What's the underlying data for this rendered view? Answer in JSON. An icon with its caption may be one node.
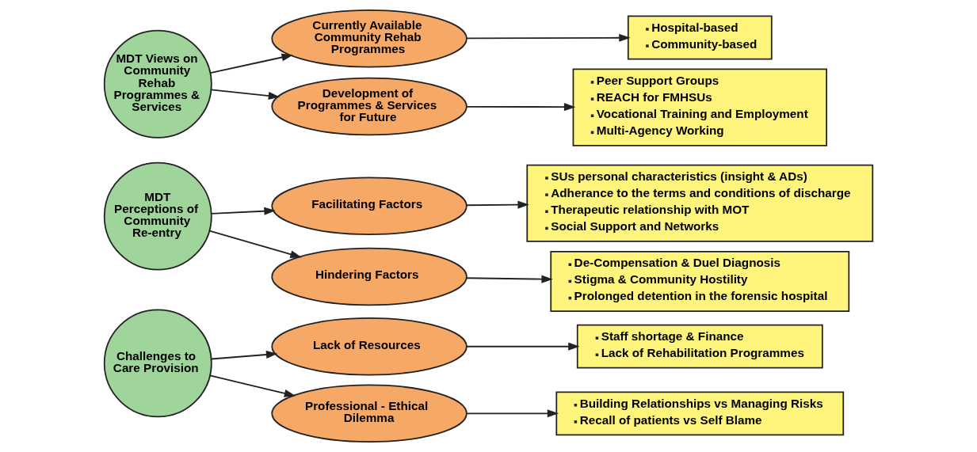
{
  "diagram": {
    "nodes": [
      {
        "text": [
          "Challenges to Care Provision"
        ]
      },
      {
        "text": [
          "Lack of Resources"
        ]
      },
      {
        "text": [
          "Staff shortage & Finance",
          "Lack of Rehabilitation Programmes"
        ]
      },
      {
        "text": [
          "Professional - Ethical Dilemma"
        ]
      },
      {
        "text": [
          "Building Relationships vs Managing Risks",
          "Recall of patients vs Self Blame"
        ]
      },
      {
        "text": [
          "MDT Perceptions of Community Re-entry"
        ]
      },
      {
        "text": [
          "Facilitating Factors"
        ]
      },
      {
        "text": [
          "SUs personal characteristics (insight & ADs)",
          "Adherance to the terms and conditions of discharge",
          "Therapeutic relationship with MOT",
          "Social Support and Networks"
        ]
      },
      {
        "text": [
          "Hindering Factors"
        ]
      },
      {
        "text": [
          "De-Compensation & Duel Diagnosis",
          "Stigma & Community Hostility",
          "Prolonged detention in the forensic hospital"
        ]
      },
      {
        "text": [
          "MDT Views on Community Rehab Programmes & Services"
        ]
      },
      {
        "text": [
          "Currently Available Community Rehab Programmes"
        ]
      },
      {
        "text": [
          "Hospital-based",
          "Community-based"
        ]
      },
      {
        "text": [
          "Development of Programmes & Services for Future"
        ]
      },
      {
        "text": [
          "Peer Support Groups",
          "REACH for FMHSUs",
          "Vocational Training and Employment",
          "Multi-Agency Working"
        ]
      }
    ],
    "edges": [
      {
        "from": 0,
        "to": 1,
        "arrow": "to"
      },
      {
        "from": 0,
        "to": 3,
        "arrow": "to"
      },
      {
        "from": 1,
        "to": 2,
        "arrow": "to"
      },
      {
        "from": 3,
        "to": 4,
        "arrow": "to"
      },
      {
        "from": 5,
        "to": 6,
        "arrow": "to"
      },
      {
        "from": 5,
        "to": 8,
        "arrow": "to"
      },
      {
        "from": 6,
        "to": 7,
        "arrow": "to"
      },
      {
        "from": 8,
        "to": 9,
        "arrow": "to"
      },
      {
        "from": 10,
        "to": 11,
        "arrow": "to"
      },
      {
        "from": 10,
        "to": 13,
        "arrow": "to"
      },
      {
        "from": 11,
        "to": 12,
        "arrow": "to"
      },
      {
        "from": 13,
        "to": 14,
        "arrow": "to"
      }
    ]
  }
}
